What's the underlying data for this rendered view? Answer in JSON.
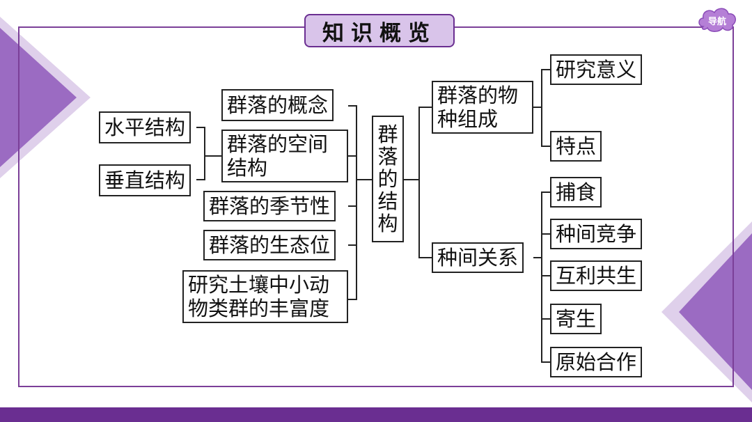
{
  "title": "知识概览",
  "nav": {
    "label": "导航"
  },
  "colors": {
    "frame": "#7b3f98",
    "bar": "#6a2e91",
    "title_bg": "#d9c4ea",
    "deco": "#9b6bc2"
  },
  "diagram": {
    "root": "群落的结构",
    "left": {
      "concept": "群落的概念",
      "space": "群落的空间结构",
      "space_children": [
        "水平结构",
        "垂直结构"
      ],
      "season": "群落的季节性",
      "niche": "群落的生态位",
      "study": "研究土壤中小动物类群的丰富度"
    },
    "right": {
      "species": "群落的物种组成",
      "species_children": [
        "研究意义",
        "特点"
      ],
      "relations": "种间关系",
      "relations_children": [
        "捕食",
        "种间竞争",
        "互利共生",
        "寄生",
        "原始合作"
      ]
    }
  }
}
